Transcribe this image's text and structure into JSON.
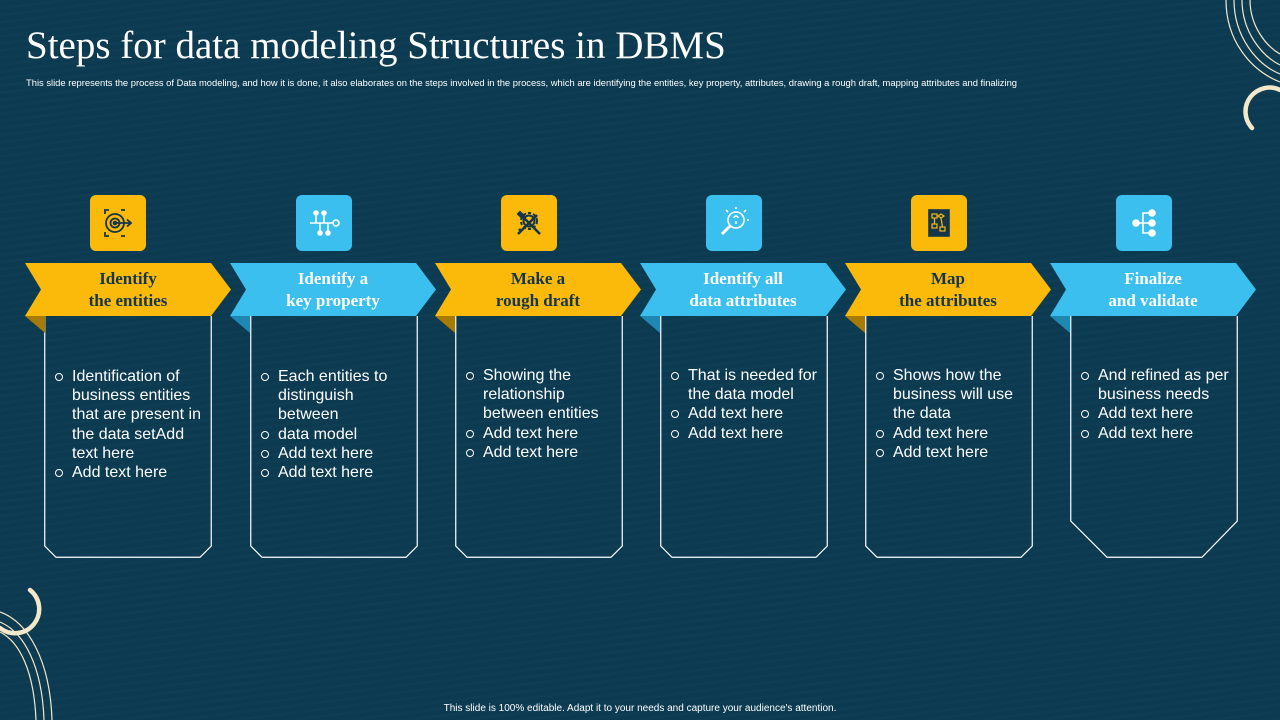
{
  "title": "Steps for data modeling Structures in DBMS",
  "subtitle": "This slide represents the process of Data modeling,  and how it is done, it also elaborates on the steps involved in the process, which are identifying the entities, key property, attributes, drawing a rough draft, mapping attributes and finalizing",
  "footer": "This slide is 100% editable.  Adapt it to your needs and capture your audience's attention.",
  "colors": {
    "background": "#0c3b52",
    "yellow": "#fbb90a",
    "blue": "#3abfee",
    "card_border": "#ffffff",
    "decoration": "#f3e8c9"
  },
  "steps": [
    {
      "heading": "Identify\nthe entities",
      "icon": "target-arrow-icon",
      "color": "yellow",
      "bullets": [
        "Identification of business entities that are present in the data setAdd text here",
        "Add text here"
      ]
    },
    {
      "heading": "Identify a\nkey property",
      "icon": "network-nodes-icon",
      "color": "blue",
      "bullets": [
        "Each entities to distinguish between",
        "data model",
        "Add text here",
        "Add text here"
      ]
    },
    {
      "heading": "Make a\nrough draft",
      "icon": "tools-gear-icon",
      "color": "yellow",
      "bullets": [
        "Showing the relationship between entities",
        "Add text here",
        "Add text here"
      ]
    },
    {
      "heading": "Identify all\ndata attributes",
      "icon": "idea-search-icon",
      "color": "blue",
      "bullets": [
        "That is needed for the data model",
        "Add text here",
        "Add text here"
      ]
    },
    {
      "heading": "Map\nthe attributes",
      "icon": "flowchart-document-icon",
      "color": "yellow",
      "bullets": [
        "Shows how the business will use the data",
        "Add text here",
        "Add text here"
      ]
    },
    {
      "heading": "Finalize\nand validate",
      "icon": "hierarchy-tree-icon",
      "color": "blue",
      "bullets": [
        "And refined as per business needs",
        "Add text here",
        "Add text here"
      ]
    }
  ]
}
